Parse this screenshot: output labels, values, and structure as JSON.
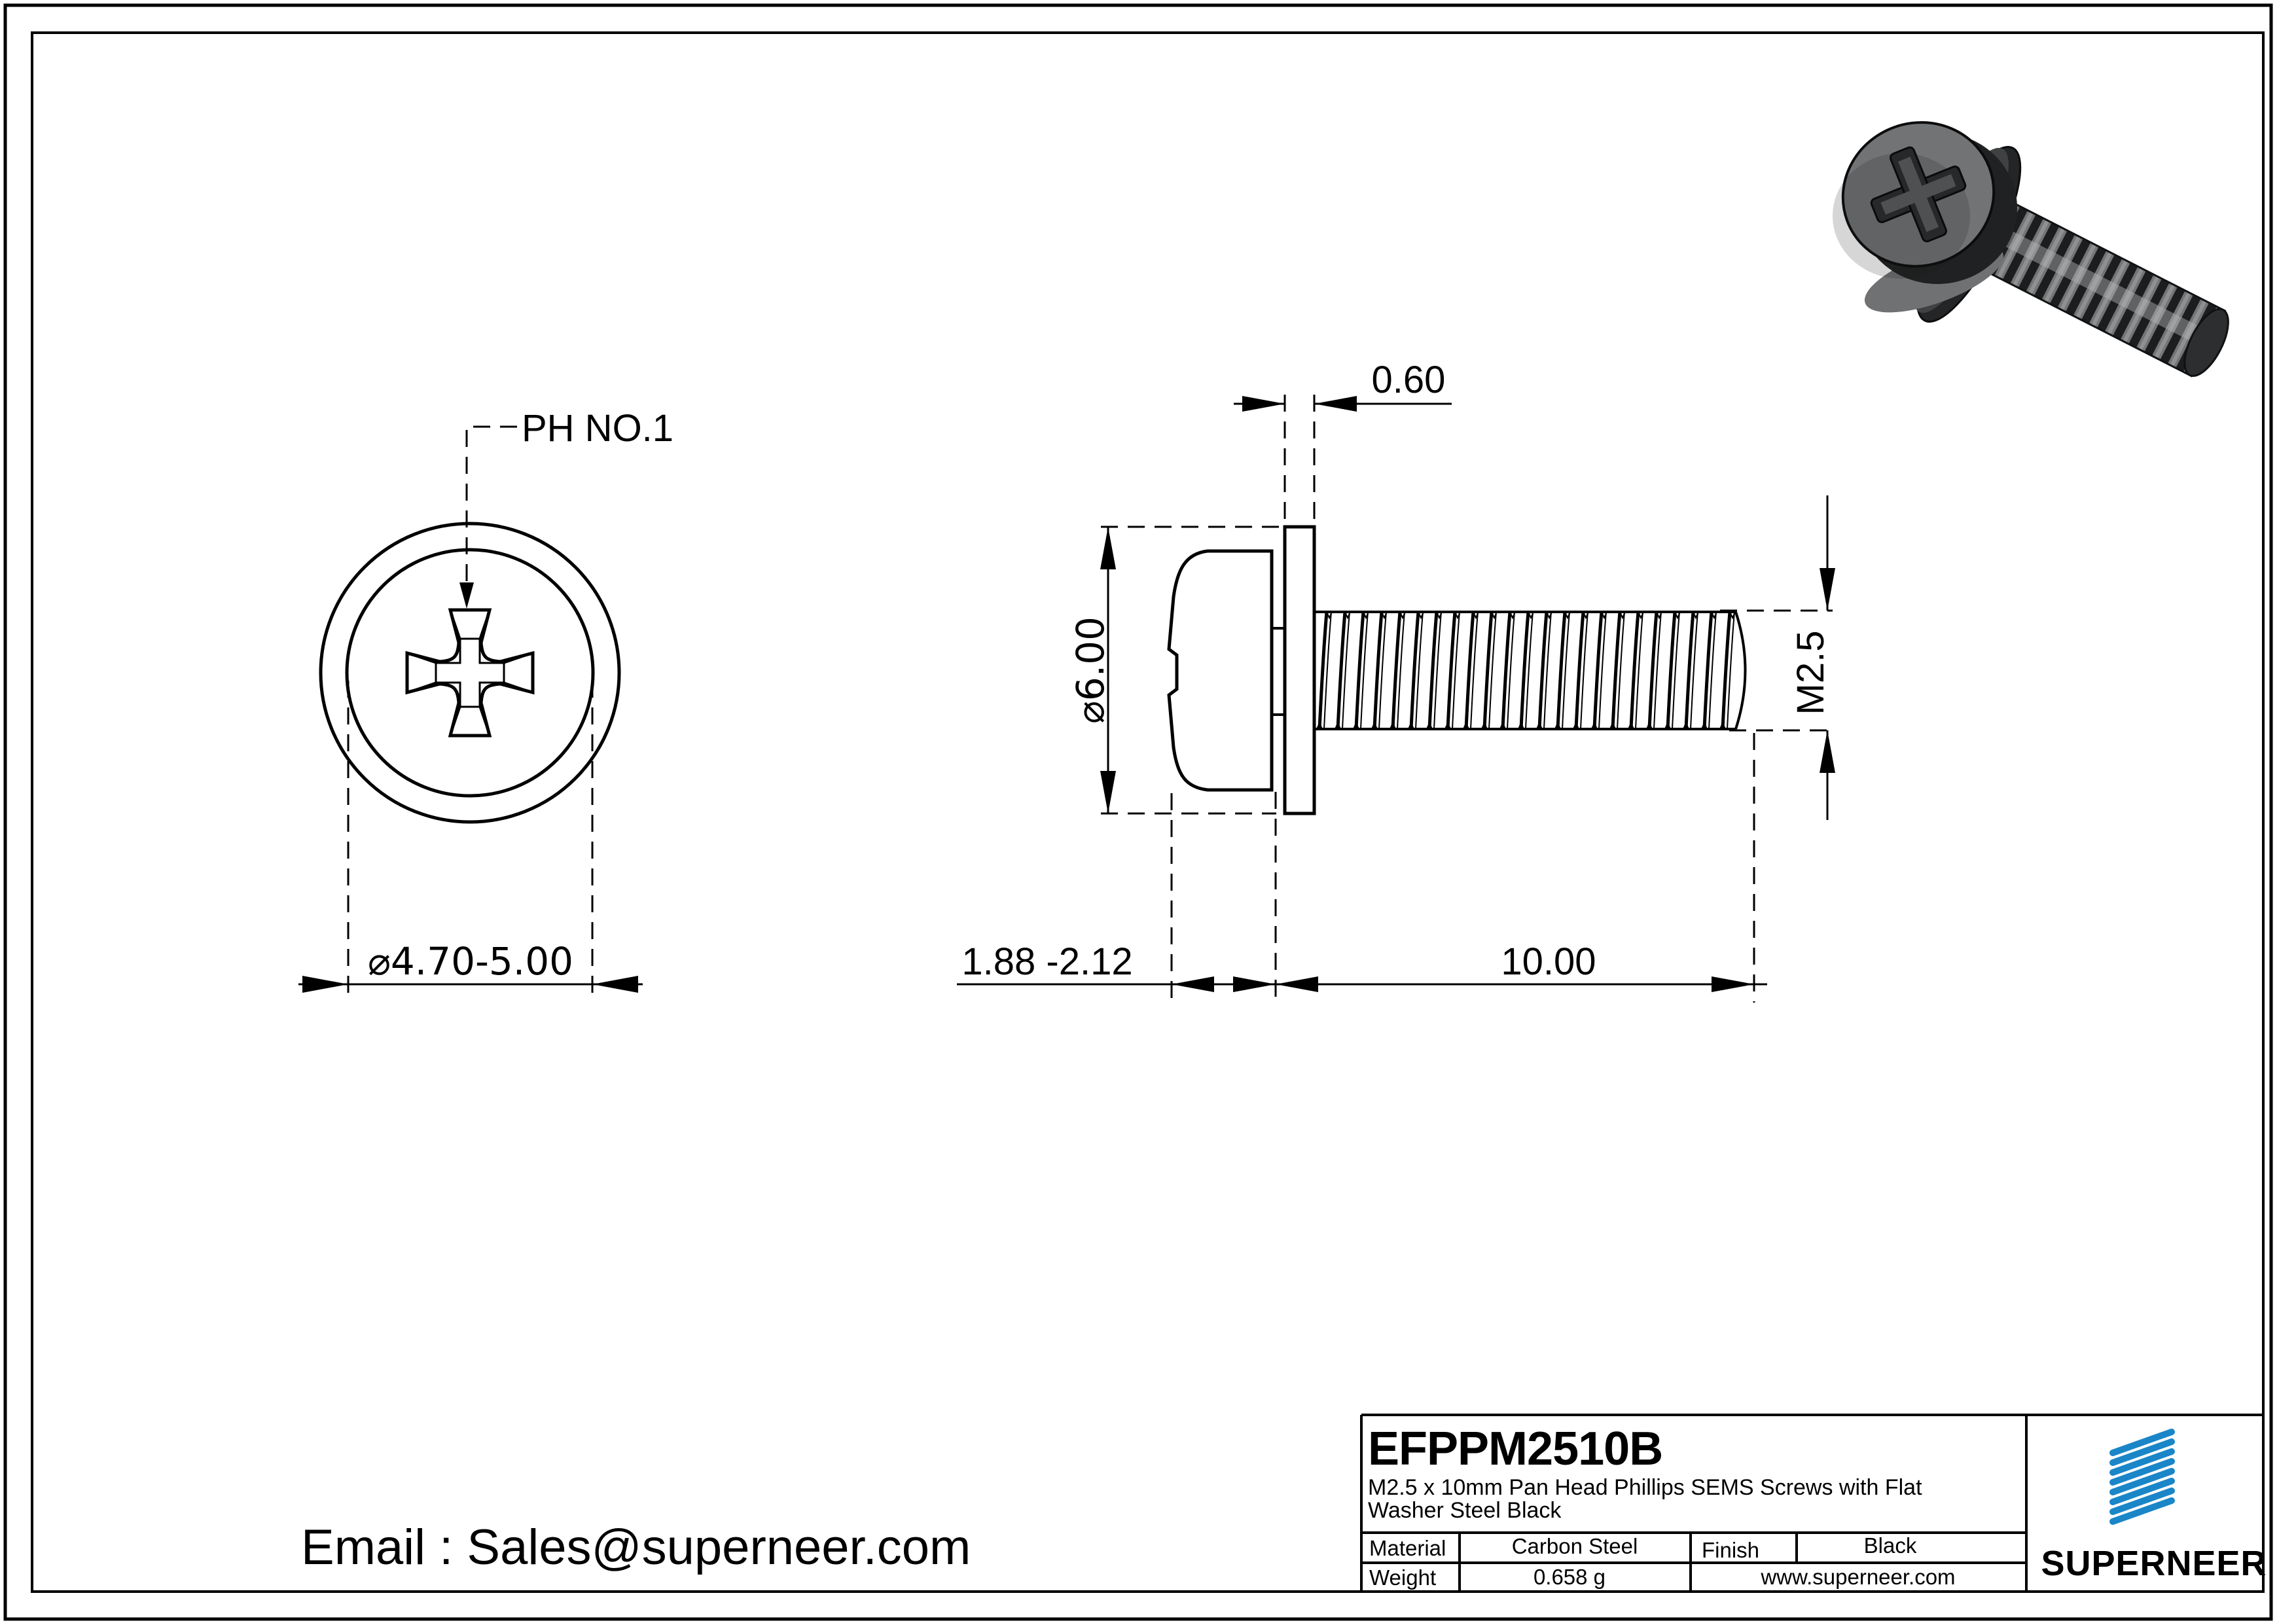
{
  "front_view": {
    "leader_label": "PH NO.1",
    "diameter_dim": "⌀4.70-5.00"
  },
  "side_view": {
    "washer_thickness_dim": "0.60",
    "washer_diameter_dim": "⌀6.00",
    "thread_dim": "M2.5",
    "head_height_dim": "1.88 -2.12",
    "length_dim": "10.00"
  },
  "footer": {
    "email": "Email : Sales@superneer.com"
  },
  "title_block": {
    "part_number": "EFPPM2510B",
    "description_line1": "M2.5 x 10mm Pan Head Phillips SEMS Screws with  Flat",
    "description_line2": "Washer Steel Black",
    "material_label": "Material",
    "material_value": "Carbon Steel",
    "finish_label": "Finish",
    "finish_value": "Black",
    "weight_label": "Weight",
    "weight_value": "0.658 g",
    "website": "www.superneer.com",
    "brand": "SUPERNEER",
    "brand_color": "#1a86c8",
    "link_color": "#1372c8"
  }
}
